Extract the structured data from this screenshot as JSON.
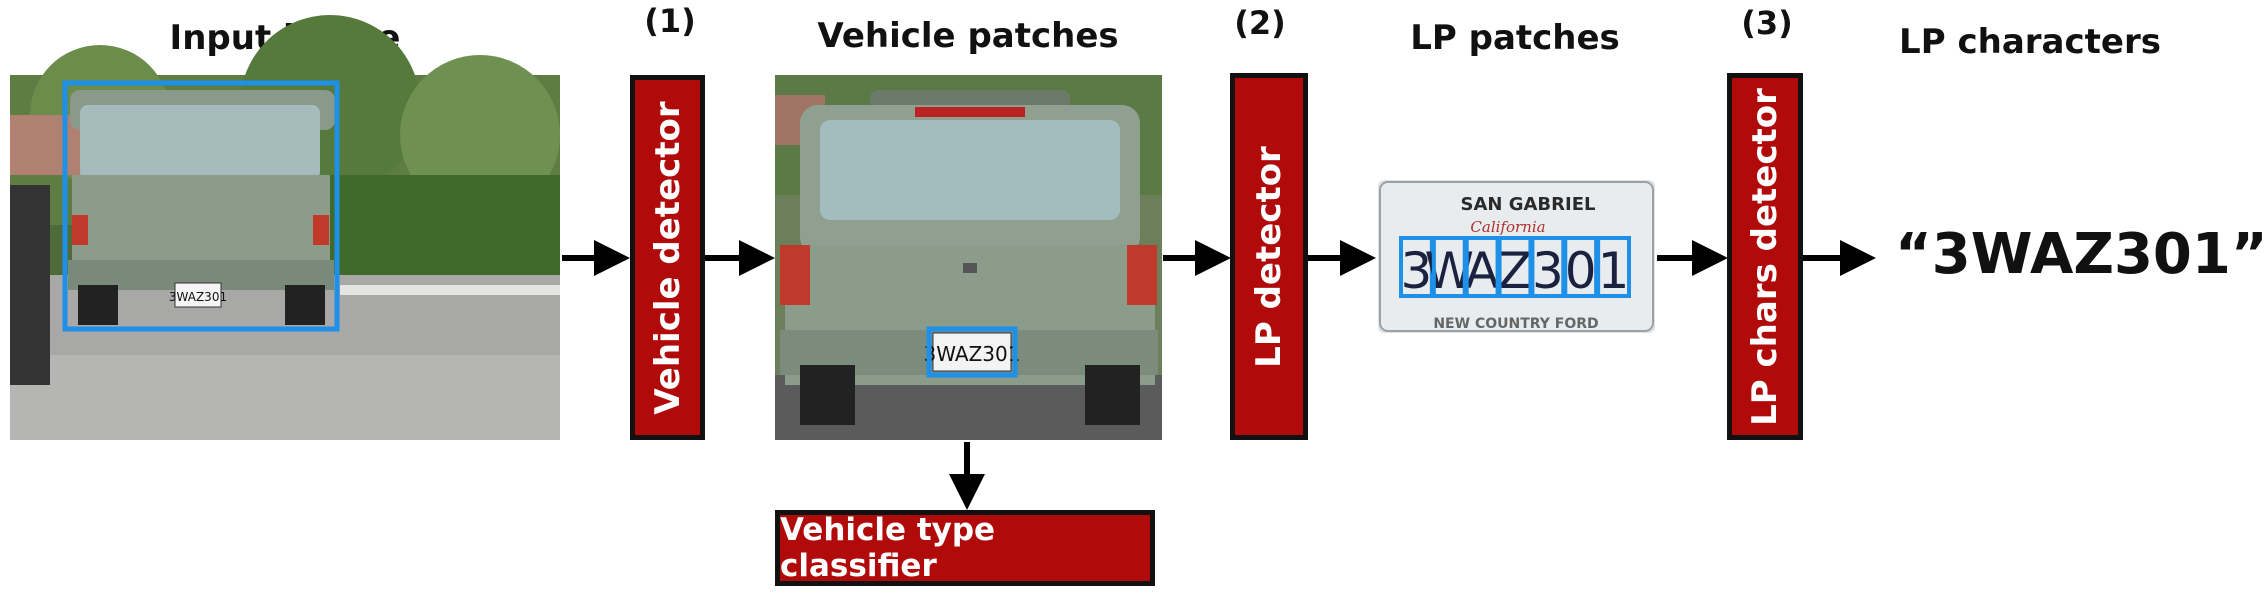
{
  "stages": {
    "input_label": "Input image",
    "vehicle_patches_label": "Vehicle patches",
    "lp_patches_label": "LP patches",
    "lp_characters_label": "LP characters"
  },
  "steps": {
    "step1": "(1)",
    "step2": "(2)",
    "step3": "(3)"
  },
  "blocks": {
    "vehicle_detector": "Vehicle detector",
    "lp_detector": "LP detector",
    "lp_chars_detector": "LP chars detector",
    "vehicle_type_classifier": "Vehicle type classifier"
  },
  "output_text": "“3WAZ301”",
  "plate": {
    "characters": [
      "3",
      "W",
      "A",
      "Z",
      "3",
      "0",
      "1"
    ],
    "header": "SAN GABRIEL",
    "script": "California",
    "footer": "NEW COUNTRY FORD",
    "small_plate": "3WAZ301"
  },
  "colors": {
    "block_fill": "#b10a0b",
    "detection_box": "#1e90e8",
    "arrow": "#000000"
  }
}
